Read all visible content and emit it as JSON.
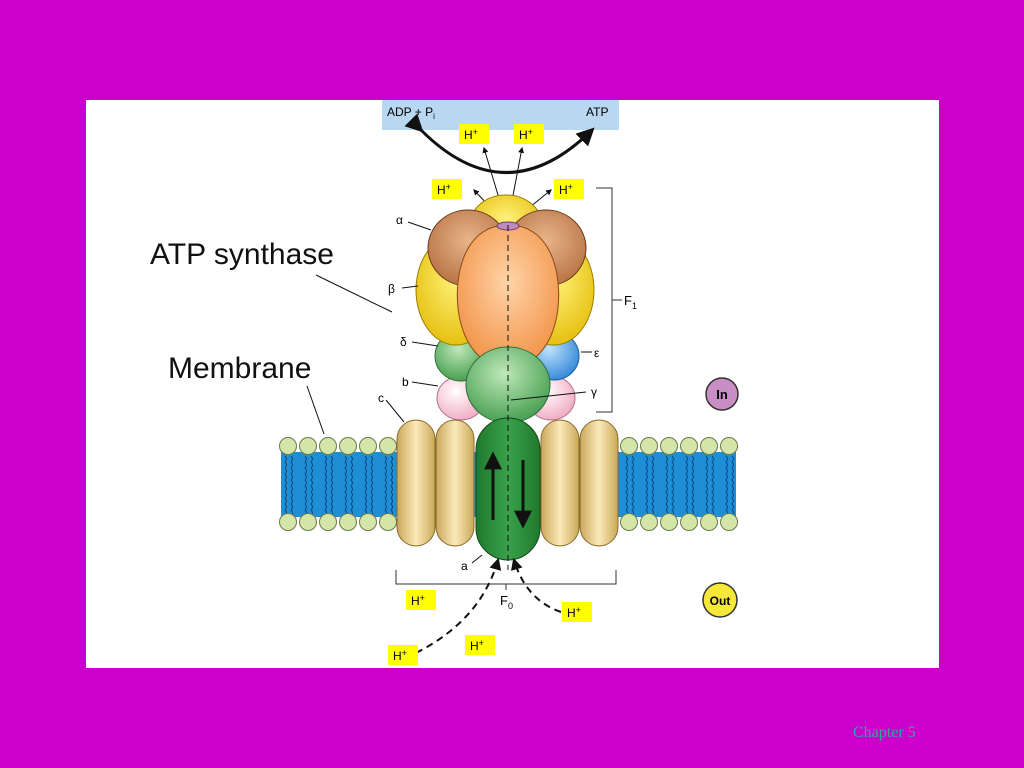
{
  "slide": {
    "background_color": "#cc00cc",
    "footer": "Chapter 5"
  },
  "diagram": {
    "title_label": "ATP synthase",
    "membrane_label": "Membrane",
    "top_bar": {
      "left": "ADP + P",
      "left_sub": "i",
      "right": "ATP"
    },
    "proton": "H",
    "proton_charge": "+",
    "subunits": {
      "alpha": "α",
      "beta": "β",
      "delta": "δ",
      "epsilon": "ε",
      "gamma": "γ",
      "b": "b",
      "c": "c",
      "a": "a"
    },
    "f1": {
      "main": "F",
      "sub": "1"
    },
    "f0": {
      "main": "F",
      "sub": "0"
    },
    "side_in": "In",
    "side_out": "Out",
    "colors": {
      "membrane": "#1e8fd5",
      "lipid_head": "#d4e5a8",
      "proton_badge": "#ffff00",
      "stator_yellow": "#f5d800",
      "rotor_green": "#2f8f3c",
      "c_ring": "#f0d79a",
      "in_badge": "#c98fc4",
      "out_badge": "#f5e83a"
    }
  }
}
